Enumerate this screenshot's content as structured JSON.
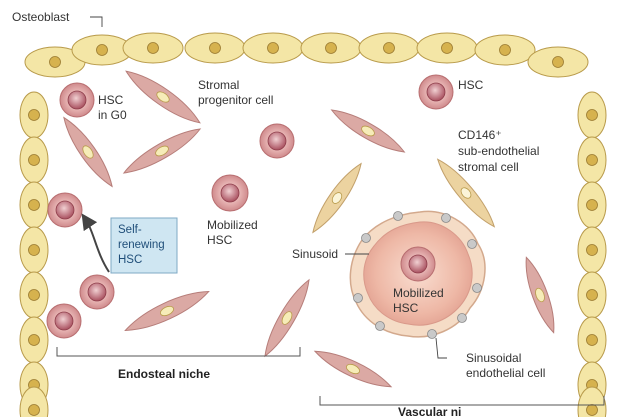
{
  "labels": {
    "osteoblast": "Osteoblast",
    "hsc_g0": [
      "HSC",
      "in G0"
    ],
    "stromal": [
      "Stromal",
      "progenitor cell"
    ],
    "hsc": "HSC",
    "cd146": [
      "CD146⁺",
      "sub-endothelial",
      "stromal cell"
    ],
    "self_renewing": [
      "Self-",
      "renewing",
      "HSC"
    ],
    "mobilized_left": [
      "Mobilized",
      "HSC"
    ],
    "sinusoid": "Sinusoid",
    "mobilized_center": [
      "Mobilized",
      "HSC"
    ],
    "endosteal": "Endosteal niche",
    "sinusoidal_endo": [
      "Sinusoidal",
      "endothelial cell"
    ],
    "vascular": "Vascular ni"
  },
  "colors": {
    "osteoblast_fill": "#f4e6a6",
    "osteoblast_nucleus": "#d6b24e",
    "stromal_fill": "#dba9a4",
    "stromal_nucleus": "#f6ecb8",
    "cd146_fill": "#ecd3a0",
    "hsc_outer": "#e0a8a4",
    "hsc_core": "#b86470",
    "sinusoid_fill": "#eab8a8",
    "self_renew_box": "#cfe6f2"
  }
}
